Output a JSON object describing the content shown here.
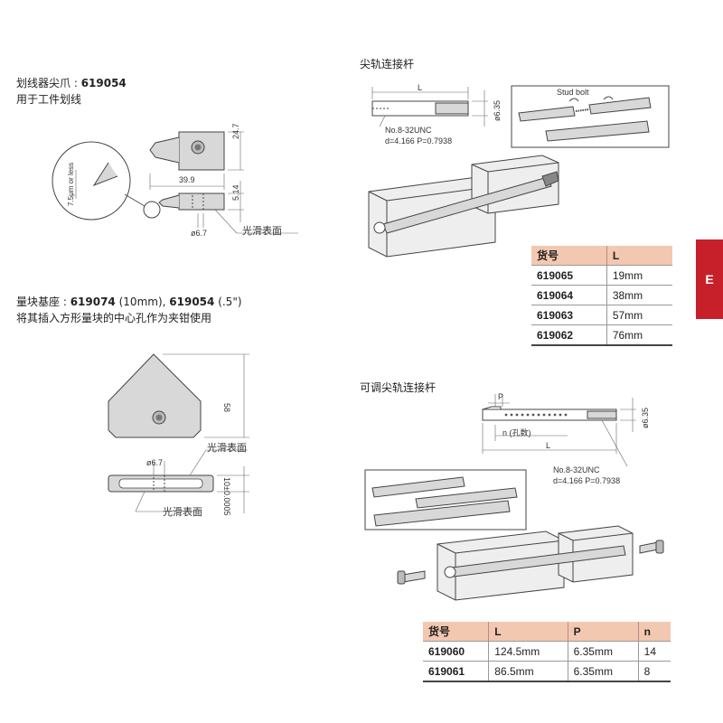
{
  "scriber_point": {
    "title_prefix": "划线器尖爪 : ",
    "title_code": "619054",
    "subtitle": "用于工件划线",
    "dims": {
      "height": "24.7",
      "width": "39.9",
      "thickness": "5.14",
      "hole": "ø6.7",
      "tip": "7.5μm or less"
    },
    "surface_label": "光滑表面"
  },
  "gauge_block_base": {
    "title_prefix": "量块基座 : ",
    "code1": "619074",
    "code1_note": " (10mm), ",
    "code2": "619054",
    "code2_note": " (.5\")",
    "subtitle": "将其插入方形量块的中心孔作为夹钳使用",
    "dims": {
      "height": "58",
      "hole": "ø6.7",
      "thickness": "10±0.0005"
    },
    "surface_label_1": "光滑表面",
    "surface_label_2": "光滑表面"
  },
  "tapered_rod": {
    "title": "尖轨连接杆",
    "dims": {
      "L": "L",
      "dia": "ø6.35",
      "thread": "No.8-32UNC",
      "thread_spec": "d=4.166  P=0.7938"
    },
    "stud_bolt_label": "Stud bolt",
    "table": {
      "headers": [
        "货号",
        "L"
      ],
      "rows": [
        [
          "619065",
          "19mm"
        ],
        [
          "619064",
          "38mm"
        ],
        [
          "619063",
          "57mm"
        ],
        [
          "619062",
          "76mm"
        ]
      ]
    }
  },
  "adjustable_rod": {
    "title": "可调尖轨连接杆",
    "dims": {
      "P": "P",
      "n": "n (孔数)",
      "L": "L",
      "dia": "ø6.35",
      "thread": "No.8-32UNC",
      "thread_spec": "d=4.166  P=0.7938"
    },
    "table": {
      "headers": [
        "货号",
        "L",
        "P",
        "n"
      ],
      "rows": [
        [
          "619060",
          "124.5mm",
          "6.35mm",
          "14"
        ],
        [
          "619061",
          "86.5mm",
          "6.35mm",
          "8"
        ]
      ]
    }
  },
  "side_tab": {
    "label": "E",
    "color": "#c8202a"
  },
  "colors": {
    "table_header": "#f3c8b0",
    "part_fill": "#d8d8d8",
    "line": "#444444"
  }
}
